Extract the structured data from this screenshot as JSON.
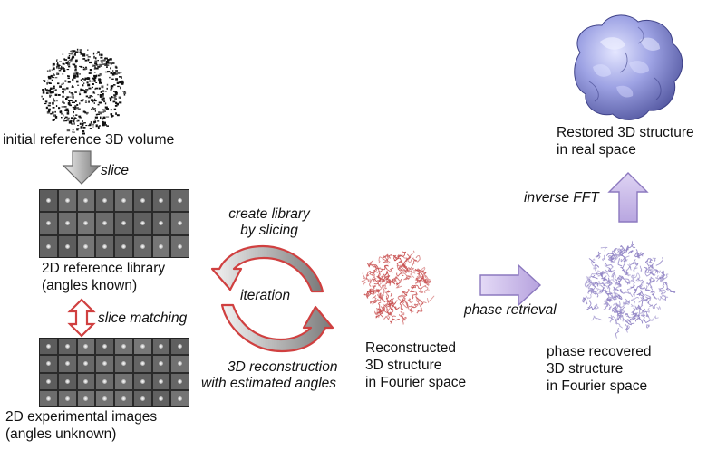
{
  "colors": {
    "red_arrow": "#d04040",
    "gray_arrow": "#9a9a9a",
    "purple_arrow": "#c9b8e6",
    "purple_stroke": "#8c79bf",
    "cloud_red": "#c85050",
    "cloud_purple": "#8f82c4",
    "structure_blue": "#8a8fd6"
  },
  "labels": {
    "initial_volume": "initial reference 3D volume",
    "slice": "slice",
    "ref_library_line1": "2D reference library",
    "ref_library_line2": "(angles known)",
    "slice_matching": "slice matching",
    "exp_images_line1": "2D experimental images",
    "exp_images_line2": "(angles unknown)",
    "create_library_line1": "create library",
    "create_library_line2": "by slicing",
    "iteration": "iteration",
    "recon_3d_line1": "3D reconstruction",
    "recon_3d_line2": "with estimated angles",
    "reconstructed_line1": "Reconstructed",
    "reconstructed_line2": "3D structure",
    "reconstructed_line3": "in Fourier space",
    "phase_retrieval": "phase retrieval",
    "phase_recovered_line1": "phase recovered",
    "phase_recovered_line2": "3D structure",
    "phase_recovered_line3": "in Fourier space",
    "inverse_fft": "inverse FFT",
    "restored_line1": "Restored 3D structure",
    "restored_line2": "in real space"
  }
}
